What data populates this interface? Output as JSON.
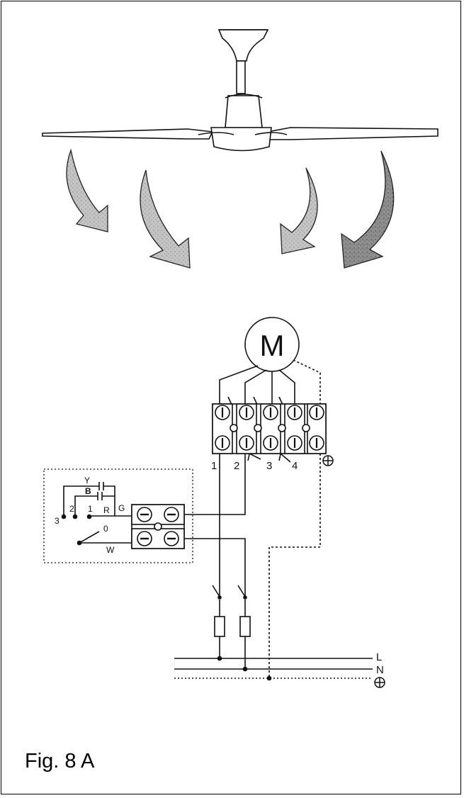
{
  "motor": {
    "symbol": "M"
  },
  "terminal_labels": [
    "1",
    "2",
    "3",
    "4"
  ],
  "switch_labels": {
    "y": "Y",
    "b": "B",
    "r": "R",
    "g": "G",
    "w": "W",
    "p1": "1",
    "p2": "2",
    "p3": "3",
    "p0": "0"
  },
  "supply_labels": {
    "l": "L",
    "n": "N"
  },
  "caption": "Fig. 8 A",
  "colors": {
    "ink": "#111111",
    "arrow_fill": "#bdbdbd",
    "arrow_dark": "#8a8a8a"
  },
  "icons": {
    "earth": "earth-symbol-icon"
  }
}
